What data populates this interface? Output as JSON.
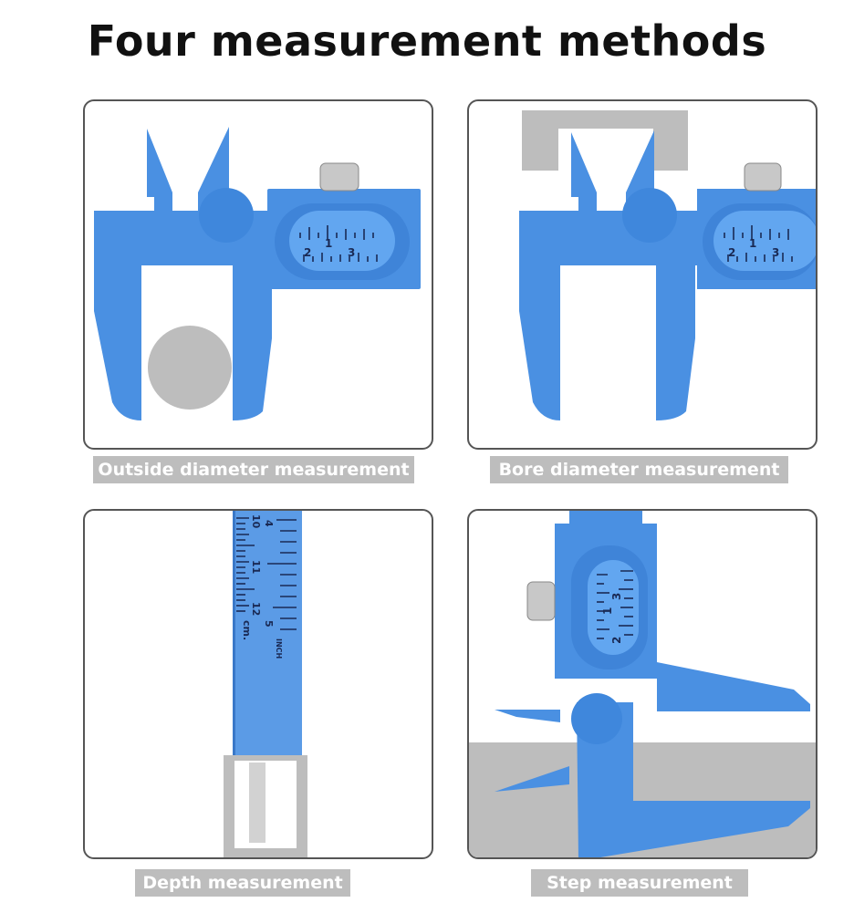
{
  "page": {
    "title": "Four measurement methods"
  },
  "panels": [
    {
      "id": "outside",
      "caption": "Outside diameter measurement",
      "scale_labels": [
        "1",
        "2",
        "3"
      ]
    },
    {
      "id": "bore",
      "caption": "Bore diameter measurement",
      "scale_labels": [
        "1",
        "2",
        "3"
      ]
    },
    {
      "id": "depth",
      "caption": "Depth measurement",
      "scale_labels": [
        "4",
        "10",
        "11",
        "12",
        "cm.",
        "5",
        "INCH"
      ]
    },
    {
      "id": "step",
      "caption": "Step measurement",
      "scale_labels": [
        "1",
        "2",
        "3"
      ]
    }
  ],
  "colors": {
    "caliper_blue": "#4a90e2",
    "caliper_dark": "#3a78c8",
    "gray_object": "#bdbdbd",
    "caption_bg": "#bdbdbd",
    "caption_text": "#ffffff"
  }
}
